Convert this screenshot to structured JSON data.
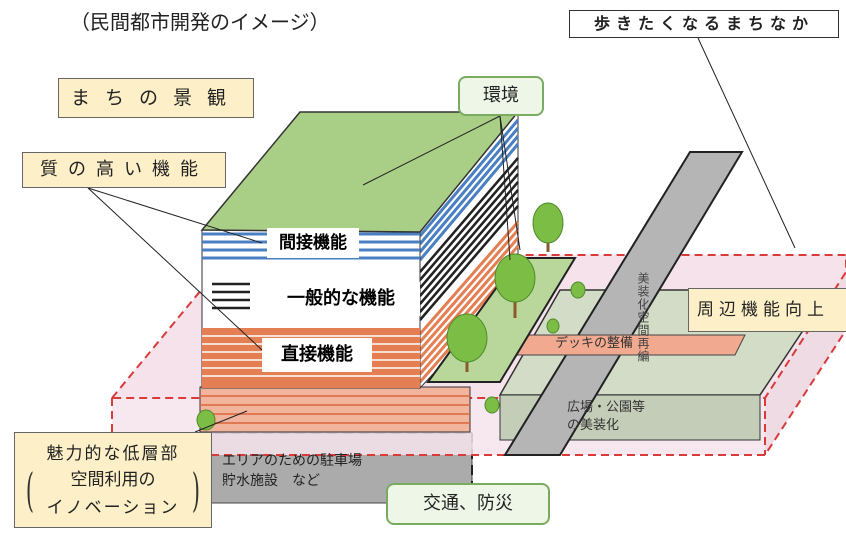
{
  "caption": "（民間都市開発のイメージ）",
  "labels": {
    "walkable": "歩きたくなるまちなか",
    "townscape": "まちの景観",
    "quality": "質の高い機能",
    "environment": "環境",
    "traffic": "交通、防災",
    "surrounding": "周辺機能向上"
  },
  "floors": {
    "indirect": "間接機能",
    "general": "一般的な機能",
    "direct": "直接機能"
  },
  "annotations": {
    "deck": "デッキの整備",
    "plaza_line1": "広場・公園等",
    "plaza_line2": "の美装化",
    "parking_line1": "エリアのための駐車場",
    "parking_line2": "貯水施設　など",
    "vertical": "美装化空間再編"
  },
  "low_floor": {
    "line1": "魅力的な低層部",
    "line2": "空間利用の",
    "line3": "イノベーション"
  },
  "colors": {
    "roof": "#a9cf86",
    "indirect_stripe": "#4a7fc1",
    "direct_stripe": "#e37f52",
    "label_box": "#fdf0c8",
    "accent_dash": "#d93a3a",
    "tree": "#7cbd45"
  }
}
